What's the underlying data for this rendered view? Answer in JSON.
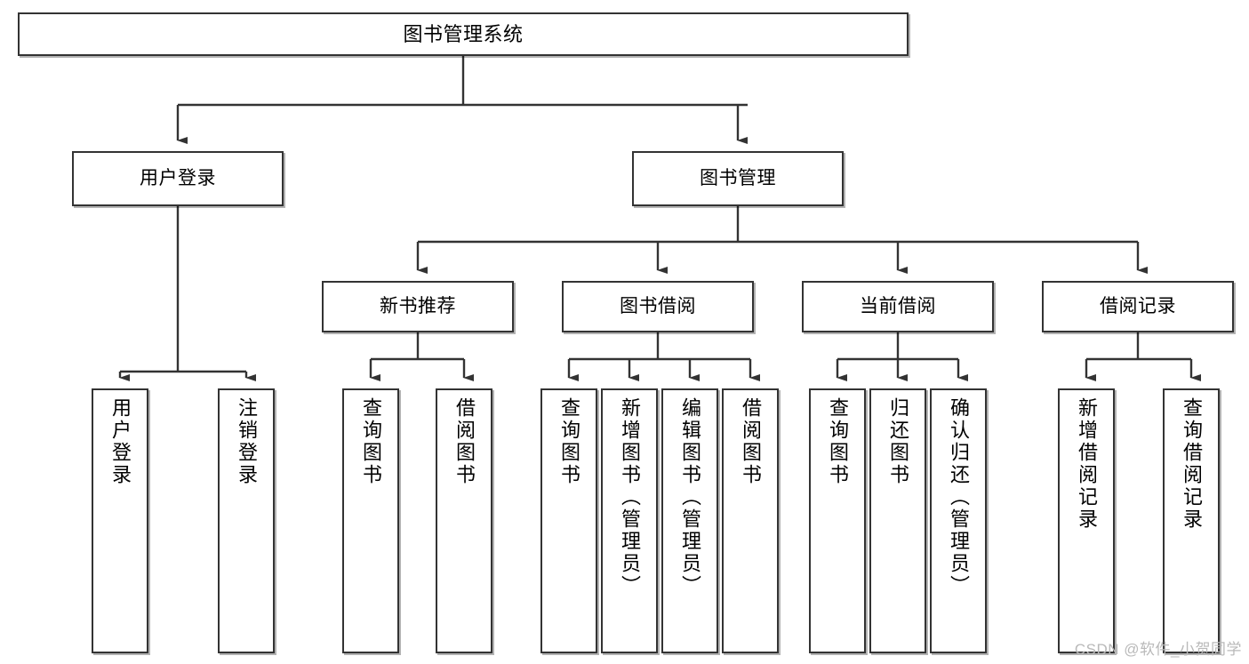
{
  "diagram": {
    "title": "图书管理系统",
    "type": "tree-hierarchy-diagram",
    "watermark": "CSDN @软件_小贺同学",
    "colors": {
      "box_border": "#333333",
      "box_fill": "#ffffff",
      "line": "#333333",
      "text": "#000000",
      "watermark": "#b9b9b9"
    },
    "levels": {
      "root": {
        "label": "图书管理系统"
      },
      "level2": [
        {
          "label": "用户登录"
        },
        {
          "label": "图书管理"
        }
      ],
      "level3": [
        {
          "label": "新书推荐"
        },
        {
          "label": "图书借阅"
        },
        {
          "label": "当前借阅"
        },
        {
          "label": "借阅记录"
        }
      ],
      "leaves": {
        "user_login": [
          {
            "label": "用户登录"
          },
          {
            "label": "注销登录"
          }
        ],
        "new_book_recommend": [
          {
            "label": "查询图书"
          },
          {
            "label": "借阅图书"
          }
        ],
        "book_borrow": [
          {
            "label": "查询图书"
          },
          {
            "label": "新增图书（管理员）"
          },
          {
            "label": "编辑图书（管理员）"
          },
          {
            "label": "借阅图书"
          }
        ],
        "current_borrow": [
          {
            "label": "查询图书"
          },
          {
            "label": "归还图书"
          },
          {
            "label": "确认归还（管理员）"
          }
        ],
        "borrow_record": [
          {
            "label": "新增借阅记录"
          },
          {
            "label": "查询借阅记录"
          }
        ]
      }
    }
  }
}
